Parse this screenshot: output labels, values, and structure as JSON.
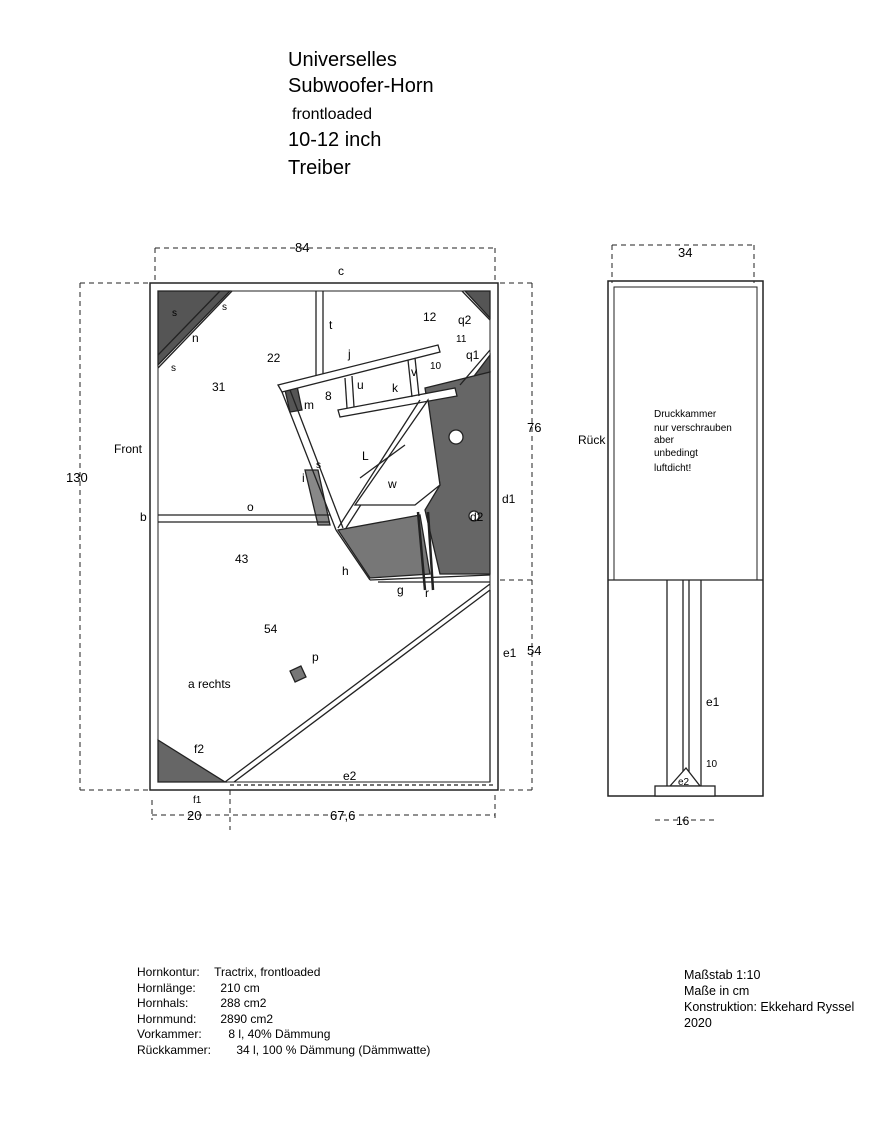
{
  "title": {
    "line1": "Universelles",
    "line2": "Subwoofer-Horn",
    "line3": "frontloaded",
    "line4": "10-12 inch",
    "line5": "Treiber"
  },
  "side_view": {
    "width_dim": "84",
    "height_dim": "130",
    "upper_dim": "76",
    "lower_dim": "54",
    "bottom_left_dim": "20",
    "bottom_right_dim": "67,6",
    "front_label": "Front",
    "labels": {
      "c": "c",
      "b": "b",
      "o": "o",
      "s": "s",
      "n": "n",
      "t": "t",
      "12": "12",
      "q2": "q2",
      "11": "11",
      "q1": "q1",
      "j": "j",
      "10": "10",
      "u": "u",
      "k": "k",
      "v": "v",
      "8": "8",
      "m": "m",
      "22": "22",
      "31": "31",
      "i": "i",
      "L": "L",
      "w": "w",
      "d1": "d1",
      "d2": "d2",
      "h": "h",
      "g": "g",
      "r": "r",
      "43": "43",
      "54": "54",
      "p": "p",
      "a_rechts": "a rechts",
      "e1": "e1",
      "e2": "e2",
      "f1": "f1",
      "f2": "f2",
      "S": "S"
    }
  },
  "front_view": {
    "width_dim": "34",
    "back_label": "Rück",
    "note_line1": "Druckkammer",
    "note_line2": "nur verschrauben",
    "note_line3": "aber",
    "note_line4": "unbedingt",
    "note_line5": "luftdicht!",
    "e1": "e1",
    "ten": "10",
    "e2": "e2",
    "base_dim": "16"
  },
  "specs": [
    {
      "label": "Hornkontur:",
      "value": "Tractrix, frontloaded"
    },
    {
      "label": "Hornlänge:",
      "value": "210  cm"
    },
    {
      "label": "Hornhals:",
      "value": "288 cm2"
    },
    {
      "label": "Hornmund:",
      "value": "2890 cm2"
    },
    {
      "label": "Vorkammer:",
      "value": "8 l, 40% Dämmung"
    },
    {
      "label": "Rückkammer:",
      "value": "34 l, 100 % Dämmung (Dämmwatte)"
    }
  ],
  "info": {
    "scale": "Maßstab 1:10",
    "units": "Maße in cm",
    "author": "Konstruktion: Ekkehard Ryssel",
    "year": "2020"
  }
}
